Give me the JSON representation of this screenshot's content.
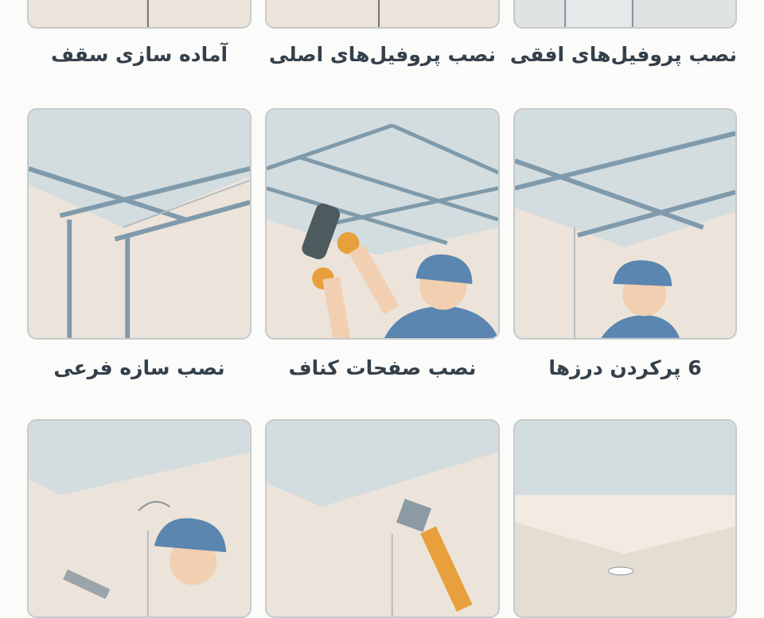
{
  "steps": [
    {
      "label": "آماده سازی سقف"
    },
    {
      "label": "نصب پروفیل‌های اصلی"
    },
    {
      "label": "نصب پروفیل‌های افقی"
    },
    {
      "label": "نصب سازه فرعی"
    },
    {
      "label": "نصب صفحات کناف"
    },
    {
      "label": "6  پرکردن درزها"
    }
  ],
  "colors": {
    "wall": "#ece4da",
    "ceiling": "#d3dcdf",
    "profile": "#7f9aab",
    "cap": "#5a86b0",
    "glove": "#e8a03c",
    "border": "#c6cacc",
    "text": "#34404a"
  }
}
